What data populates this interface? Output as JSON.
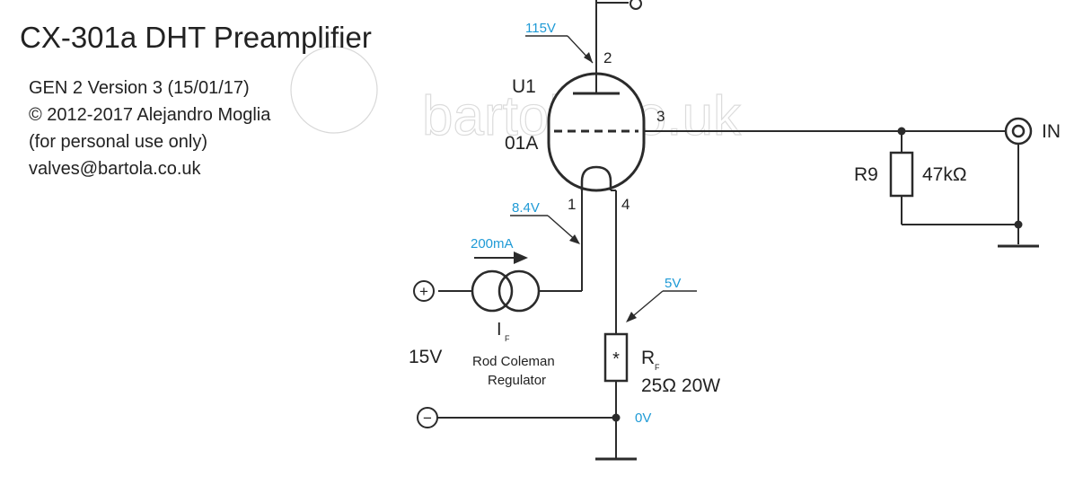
{
  "header": {
    "title": "CX-301a DHT Preamplifier",
    "version": "GEN 2 Version 3 (15/01/17)",
    "copyright": "© 2012-2017 Alejandro Moglia",
    "usage": "(for personal use only)",
    "email": "valves@bartola.co.uk"
  },
  "watermark": {
    "text": "bartola.co.uk"
  },
  "valve": {
    "ref": "U1",
    "type": "01A",
    "pins": {
      "plate": "2",
      "grid": "3",
      "filament_neg": "1",
      "filament_pos": "4"
    }
  },
  "voltages": {
    "plate": "115V",
    "filament": "8.4V",
    "cathode_res": "5V",
    "ground": "0V"
  },
  "current_source": {
    "current": "200mA",
    "label_main": "I",
    "label_sub": "F",
    "name_line1": "Rod Coleman",
    "name_line2": "Regulator"
  },
  "supply": {
    "positive": "+",
    "negative": "−",
    "voltage": "15V"
  },
  "resistors": {
    "r9": {
      "ref": "R9",
      "value": "47kΩ"
    },
    "rf": {
      "ref_main": "R",
      "ref_sub": "F",
      "value": "25Ω 20W",
      "marker": "*"
    }
  },
  "input": {
    "label": "IN"
  },
  "colors": {
    "annotation": "#1e9ad6",
    "ink": "#2b2b2b"
  }
}
